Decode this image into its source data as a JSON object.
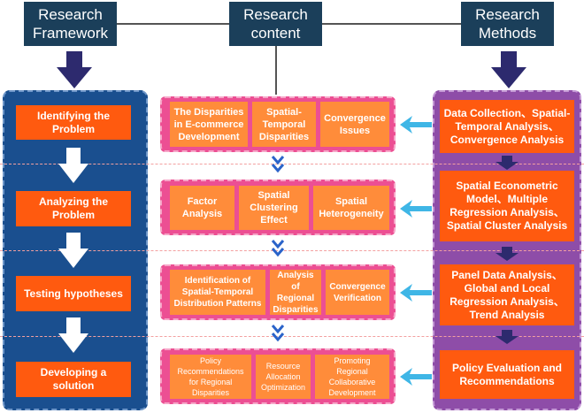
{
  "headers": {
    "framework": "Research\nFramework",
    "content": "Research\ncontent",
    "methods": "Research\nMethods"
  },
  "framework_steps": [
    "Identifying the Problem",
    "Analyzing the Problem",
    "Testing hypotheses",
    "Developing a solution"
  ],
  "content_rows": [
    [
      "The Disparities in E-commerce Development",
      "Spatial-Temporal Disparities",
      "Convergence Issues"
    ],
    [
      "Factor Analysis",
      "Spatial Clustering Effect",
      "Spatial Heterogeneity"
    ],
    [
      "Identification of Spatial-Temporal Distribution Patterns",
      "Analysis of Regional Disparities",
      "Convergence Verification"
    ],
    [
      "Policy Recommendations for Regional Disparities",
      "Resource Allocation Optimization",
      "Promoting Regional Collaborative Development"
    ]
  ],
  "methods": [
    "Data Collection、Spatial-Temporal Analysis、Convergence Analysis",
    "Spatial Econometric Model、Multiple Regression Analysis、Spatial Cluster Analysis",
    "Panel Data Analysis、Global and Local Regression Analysis、Trend Analysis",
    "Policy Evaluation and Recommendations"
  ],
  "colors": {
    "header_bg": "#1b3f5a",
    "framework_panel": "#1a4f8f",
    "methods_panel": "#8e4da8",
    "content_panel": "#ec4f93",
    "orange_box": "#ff5a0f",
    "content_box": "#ff8c3a",
    "arrow_navy": "#2d2a6e",
    "arrow_cyan": "#3fb6e6"
  }
}
